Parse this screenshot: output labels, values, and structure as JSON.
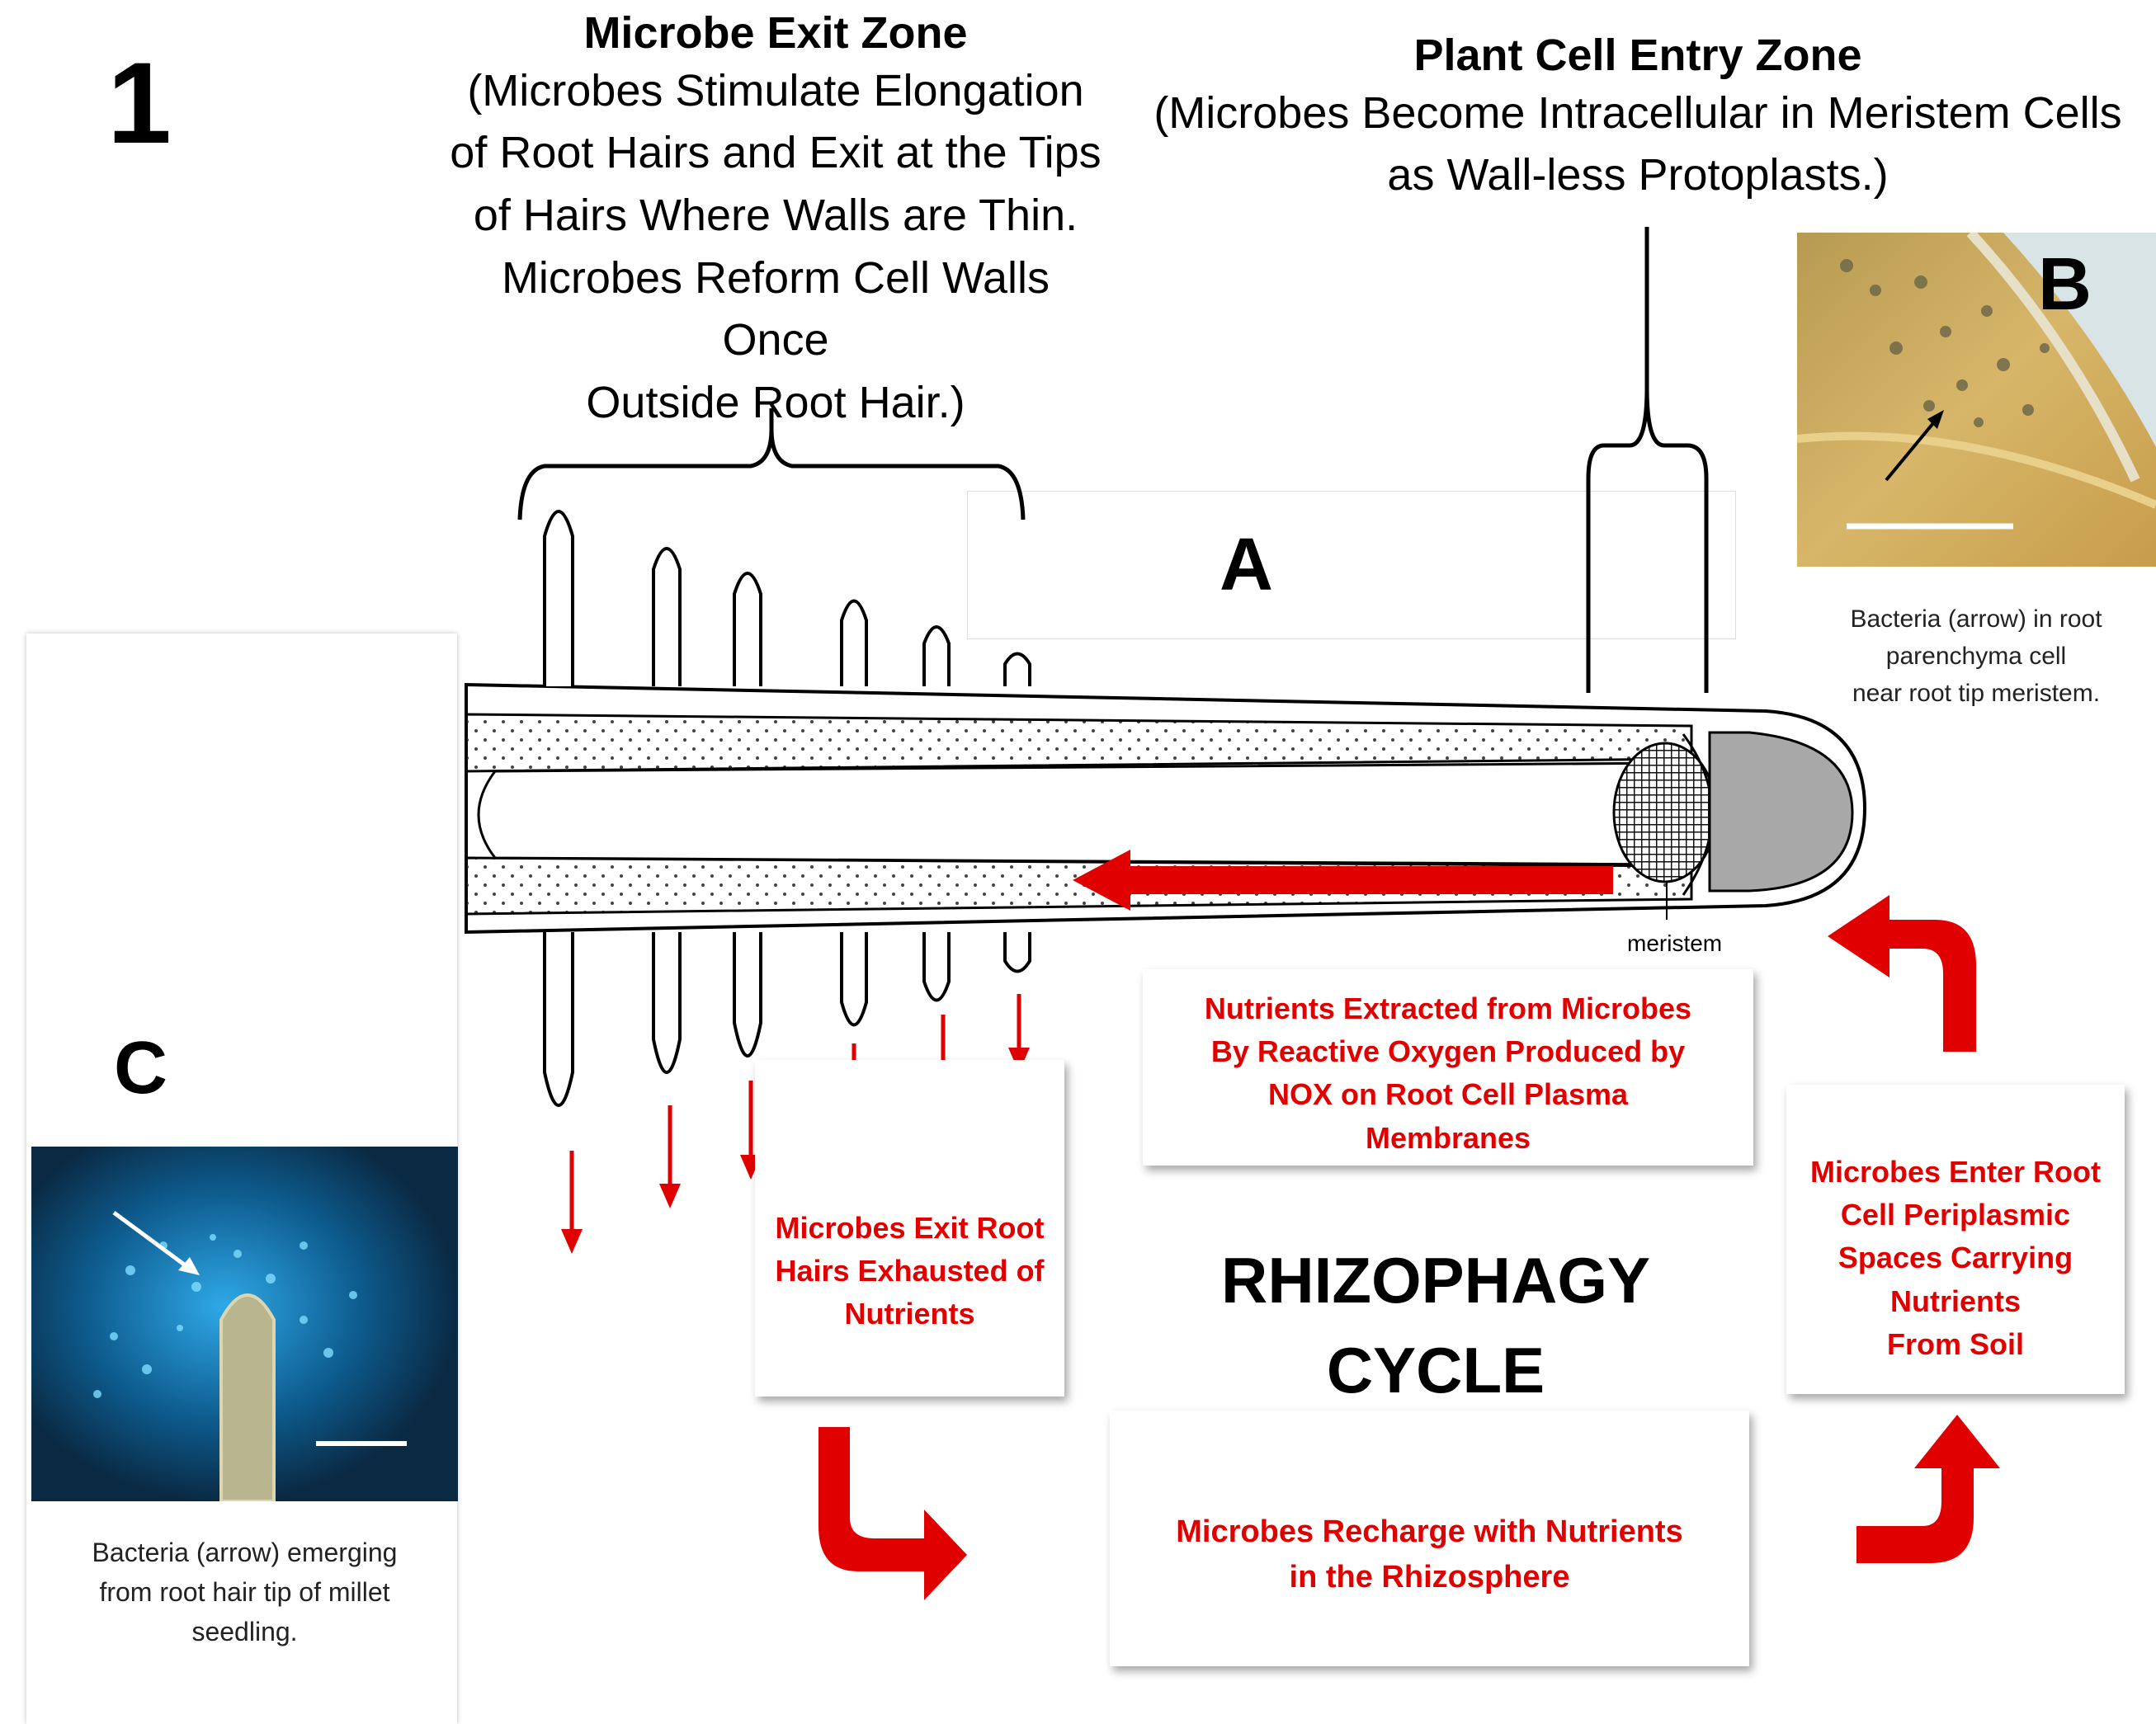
{
  "panel_number": "1",
  "exit_zone": {
    "title": "Microbe Exit Zone",
    "lines": [
      "(Microbes Stimulate Elongation",
      "of Root Hairs and Exit at the Tips",
      "of Hairs Where Walls are Thin.",
      "Microbes Reform Cell Walls Once",
      "Outside Root Hair.)"
    ]
  },
  "entry_zone": {
    "title": "Plant Cell Entry Zone",
    "lines": [
      "(Microbes Become Intracellular in Meristem Cells",
      "as Wall-less Protoplasts.)"
    ]
  },
  "label_a": "A",
  "label_b": "B",
  "label_c": "C",
  "meristem_label": "meristem",
  "caption_b": [
    "Bacteria (arrow) in root",
    "parenchyma cell",
    "near root tip meristem."
  ],
  "caption_c": [
    "Bacteria (arrow) emerging",
    "from root hair tip of millet",
    "seedling."
  ],
  "boxes": {
    "nutrients_extracted": [
      "Nutrients Extracted from Microbes",
      "By Reactive Oxygen Produced by",
      "NOX on Root Cell Plasma",
      "Membranes"
    ],
    "microbes_exit": [
      "Microbes Exit Root",
      "Hairs Exhausted of",
      "Nutrients"
    ],
    "microbes_enter": [
      "Microbes Enter Root",
      "Cell Periplasmic",
      "Spaces Carrying",
      "Nutrients",
      "From Soil"
    ],
    "recharge": [
      "Microbes Recharge with Nutrients",
      "in the Rhizosphere"
    ]
  },
  "cycle_title": [
    "RHIZOPHAGY",
    "CYCLE"
  ],
  "colors": {
    "arrow_red": "#e00000",
    "text_red": "#e00000",
    "root_cap": "#a8a8a8"
  },
  "icons": [
    "down-arrow-icon",
    "curved-arrow-icon",
    "left-arrow-icon"
  ]
}
